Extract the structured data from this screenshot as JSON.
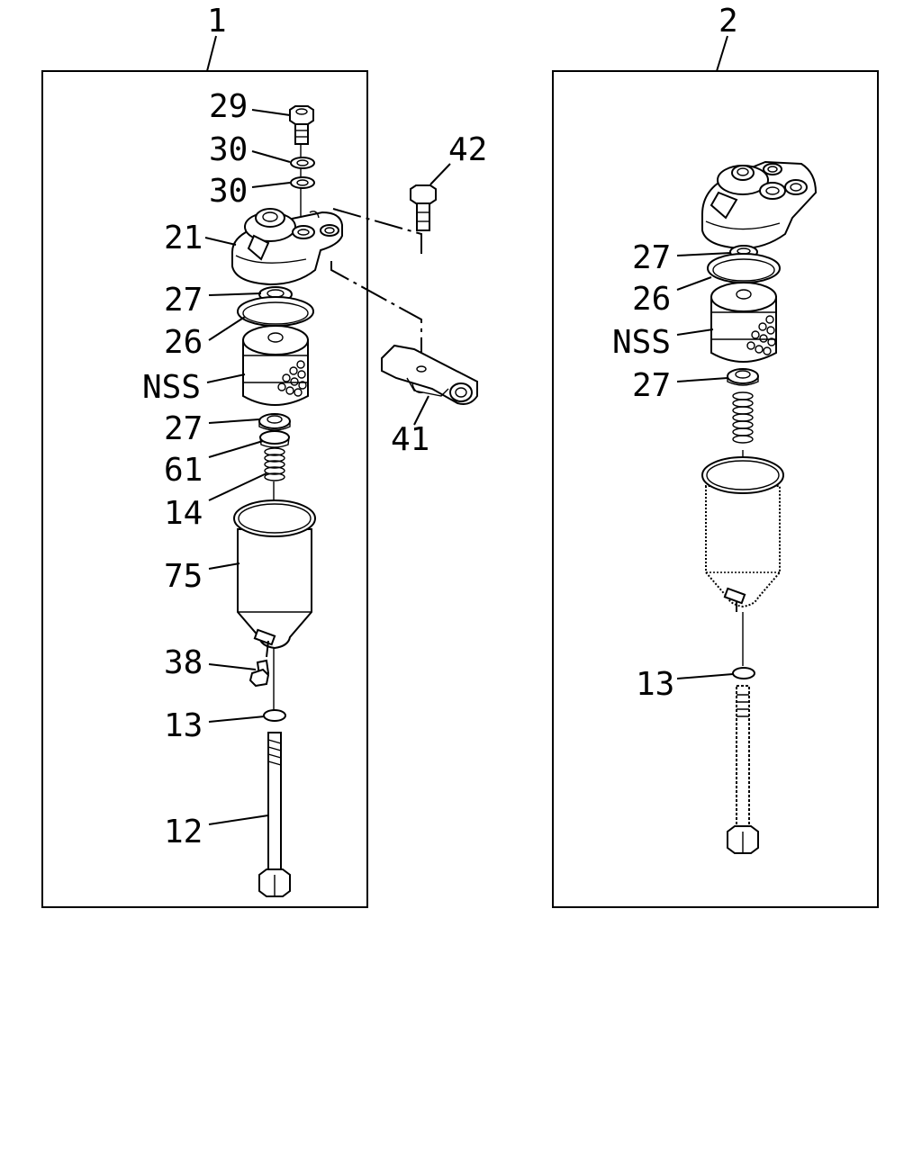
{
  "assemblies": [
    {
      "number": "1",
      "callouts": {
        "bolt_top": "29",
        "washer_upper": "30",
        "washer_lower": "30",
        "head": "21",
        "seal_upper": "27",
        "oring": "26",
        "element": "NSS",
        "seal_lower": "27",
        "seat": "61",
        "spring": "14",
        "bowl": "75",
        "drain_plug": "38",
        "gasket": "13",
        "center_bolt": "12"
      }
    },
    {
      "number": "2",
      "callouts": {
        "seal_upper": "27",
        "oring": "26",
        "element": "NSS",
        "seal_lower": "27",
        "gasket": "13"
      }
    }
  ],
  "external_callouts": {
    "bracket_bolt": "42",
    "bracket": "41"
  },
  "colors": {
    "line": "#000000",
    "background": "#ffffff"
  }
}
